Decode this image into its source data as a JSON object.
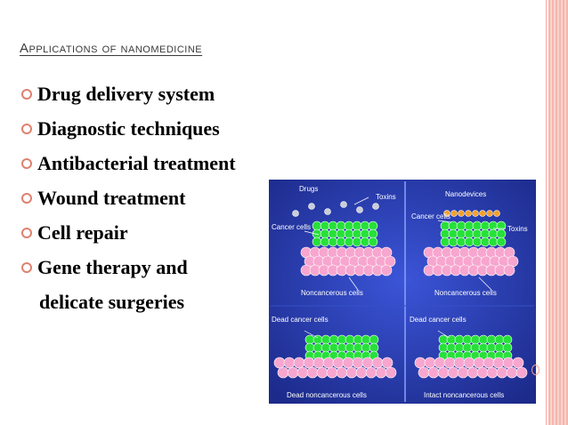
{
  "slide": {
    "title": "Applications of nanomedicine",
    "bullets": [
      "Drug delivery system",
      "Diagnostic techniques",
      "Antibacterial treatment",
      "Wound treatment",
      "Cell repair",
      "Gene therapy and"
    ],
    "continuation": "delicate surgeries"
  },
  "figure": {
    "labels": {
      "drugs": "Drugs",
      "toxins_left": "Toxins",
      "nanodevices": "Nanodevices",
      "cancer_cells_left": "Cancer cells",
      "cancer_cells_right": "Cancer cells",
      "toxins_right": "Toxins",
      "noncancerous_left": "Noncancerous cells",
      "noncancerous_right": "Noncancerous cells",
      "dead_cancer_left": "Dead cancer cells",
      "dead_cancer_right": "Dead cancer cells",
      "dead_noncancerous": "Dead noncancerous cells",
      "intact_noncancerous": "Intact noncancerous cells"
    }
  },
  "colors": {
    "accent": "#e0806f",
    "figure_bg": "#2638a6",
    "cancer_green": "#27e03a",
    "healthy_pink": "#f7a6cf",
    "nanodevice_orange": "#f2a12c"
  }
}
